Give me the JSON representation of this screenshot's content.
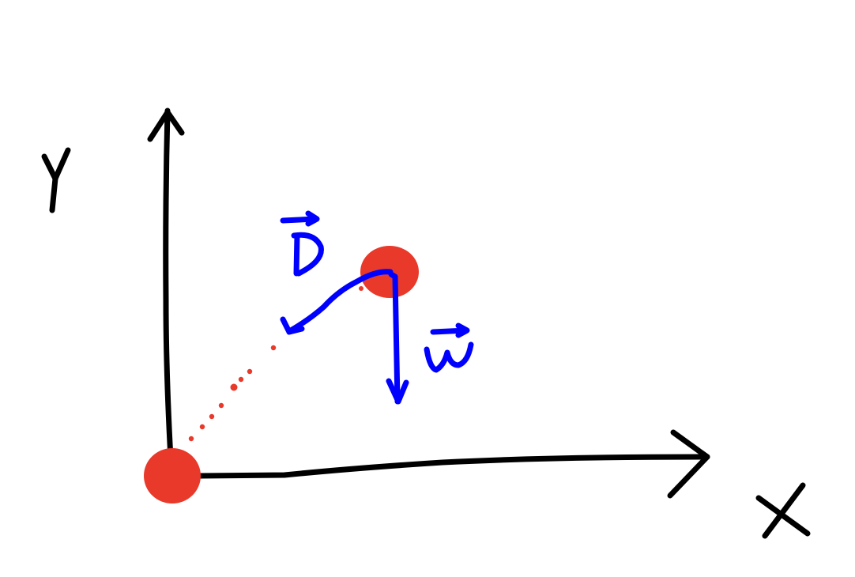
{
  "labels": {
    "y_axis": "Y",
    "x_axis": "X",
    "vector_d": "D",
    "vector_w": "w"
  },
  "colors": {
    "axes": "#000000",
    "vectors": "#0000ff",
    "masses": "#e8392a",
    "background": "#ffffff"
  }
}
